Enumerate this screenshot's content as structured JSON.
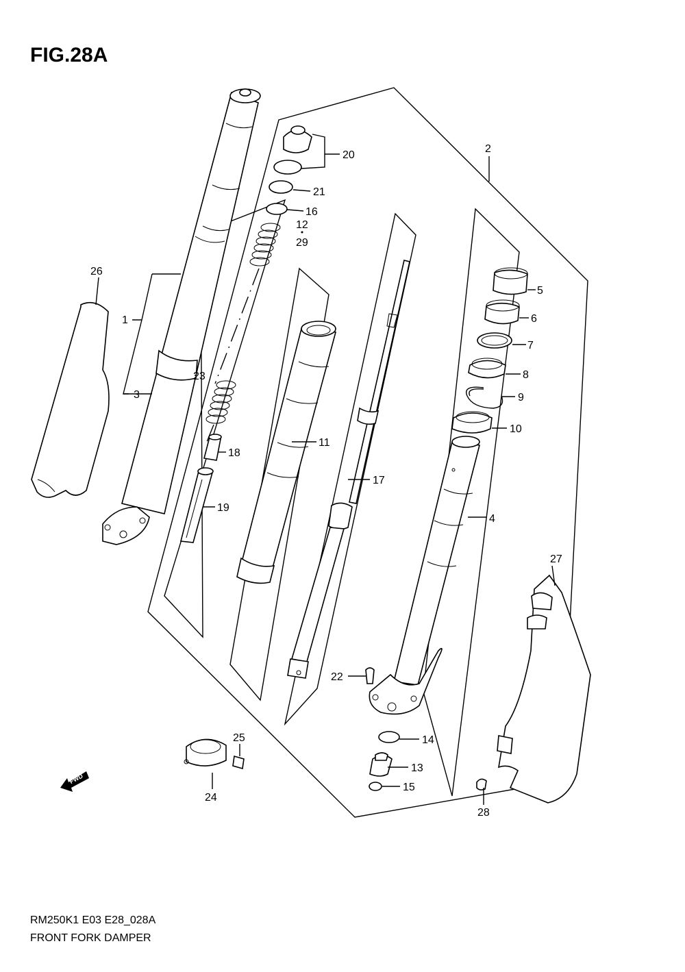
{
  "figure": {
    "title": "FIG.28A",
    "model_code": "RM250K1 E03 E28_028A",
    "caption": "FRONT FORK DAMPER"
  },
  "fwd_label": "FWD",
  "callouts": {
    "c1": "1",
    "c2": "2",
    "c3": "3",
    "c4": "4",
    "c5": "5",
    "c6": "6",
    "c7": "7",
    "c8": "8",
    "c9": "9",
    "c10": "10",
    "c11": "11",
    "c12": "12",
    "c13": "13",
    "c14": "14",
    "c15": "15",
    "c16": "16",
    "c17": "17",
    "c18": "18",
    "c19": "19",
    "c20": "20",
    "c21": "21",
    "c22": "22",
    "c23": "23",
    "c24": "24",
    "c25": "25",
    "c26": "26",
    "c27": "27",
    "c28": "28",
    "c29": "29"
  }
}
